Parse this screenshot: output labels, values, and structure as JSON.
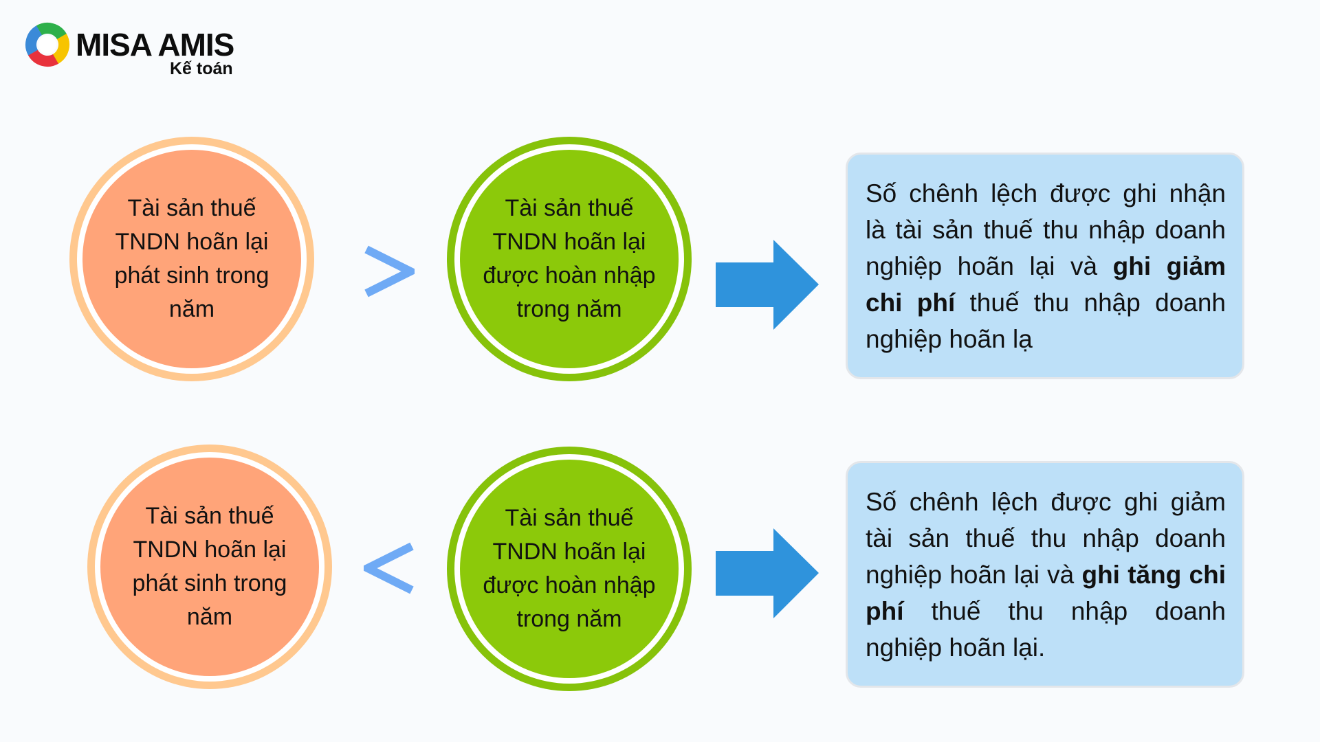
{
  "logo": {
    "name": "MISA AMIS",
    "subtitle": "Kế toán"
  },
  "colors": {
    "orange_ring": "#ffc88f",
    "orange_fill": "#ffa479",
    "green": "#8cc90a",
    "comparator": "#6faaf5",
    "arrow": "#2f93dc",
    "box": "#bde0f8"
  },
  "rows": [
    {
      "left_circle": "Tài sản thuế TNDN hoãn lại phát sinh trong năm",
      "comparator": "greater-than",
      "right_circle": "Tài sản thuế TNDN hoãn lại được hoàn nhập trong năm",
      "result": {
        "pre": "Số chênh lệch được ghi nhận là tài sản thuế thu nhập doanh nghiệp hoãn lại và ",
        "bold": "ghi giảm chi phí",
        "post": " thuế thu nhập doanh nghiệp hoãn lạ"
      }
    },
    {
      "left_circle": "Tài sản thuế TNDN hoãn lại phát sinh trong năm",
      "comparator": "less-than",
      "right_circle": "Tài sản thuế TNDN hoãn lại được hoàn nhập trong năm",
      "result": {
        "pre": "Số chênh lệch được ghi giảm tài sản thuế thu nhập doanh nghiệp hoãn lại và ",
        "bold": "ghi tăng chi phí",
        "post": " thuế thu nhập doanh nghiệp hoãn lại."
      }
    }
  ]
}
